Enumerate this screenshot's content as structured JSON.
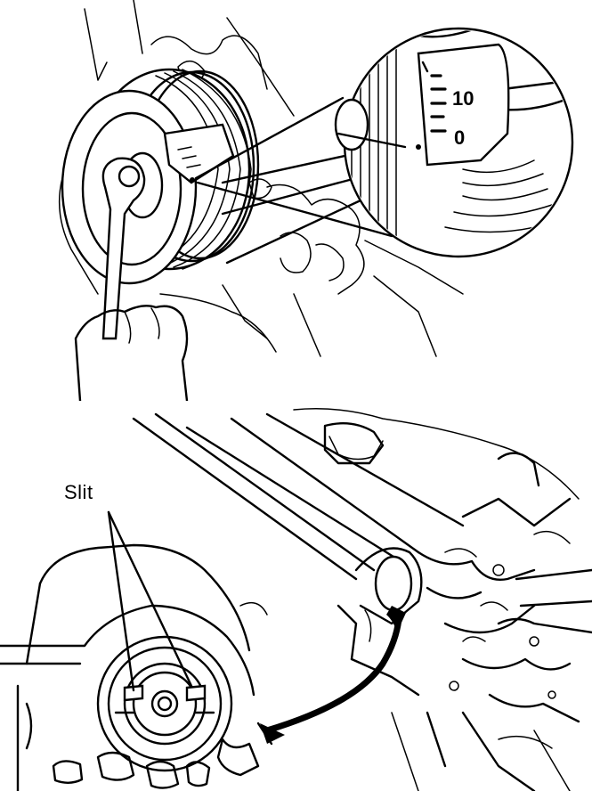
{
  "top_illustration": {
    "scale_labels": [
      "10",
      "0"
    ]
  },
  "bottom_illustration": {
    "callout_label": "Slit"
  }
}
